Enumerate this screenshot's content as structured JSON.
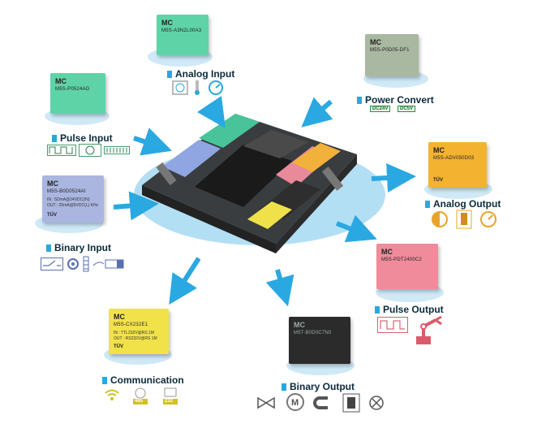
{
  "colors": {
    "ellipse": "#b3dff5",
    "arrow": "#2aa8e2",
    "label_dot": "#29a8e0",
    "green_module": "#5fd3a8",
    "gray_module": "#a9b8a0",
    "orange_module": "#f3b330",
    "blue_module": "#aab6e0",
    "pink_module": "#f08b9b",
    "yellow_module": "#f2e24a",
    "black_module": "#2b2b2b"
  },
  "labels": {
    "analog_input": "Analog Input",
    "power_convert": "Power Convert",
    "pulse_input": "Pulse Input",
    "analog_output": "Analog Output",
    "binary_input": "Binary Input",
    "pulse_output": "Pulse Output",
    "communication": "Communication",
    "binary_output": "Binary Output"
  },
  "modules": {
    "analog_input": {
      "brand": "MC",
      "model": "M5S-A3N2L00A3"
    },
    "power_convert": {
      "brand": "MC",
      "model": "M5S-P0D05-DF1"
    },
    "pulse_input": {
      "brand": "MC",
      "model": "M5S-P0524AG"
    },
    "analog_output": {
      "brand": "MC",
      "model": "M5S-ADV050D03",
      "cert": "TÜV"
    },
    "binary_input": {
      "brand": "MC",
      "model": "M5S-B0D0524AI",
      "spec1": "IN : 5DmA@24VDC(IN)",
      "spec2": "OUT : 20mA@5VDC(L) KHz",
      "cert": "TÜV"
    },
    "pulse_output": {
      "brand": "MC",
      "model": "M5S-PDT2400C2"
    },
    "communication": {
      "brand": "MC",
      "model": "M5S-CX232E1",
      "spec1": "IN : TTL232V@RS 1M",
      "spec2": "OUT : RS232V@RS 1M",
      "cert": "TÜV"
    },
    "binary_output": {
      "brand": "MC",
      "model": "M5T-B0D0C7N0"
    }
  },
  "tags": {
    "power_in": "DC24V",
    "power_out": "DC5V",
    "comm_485": "485",
    "comm_232": "232"
  },
  "icons": {
    "analog_input": [
      "gauge-icon",
      "thermometer-icon",
      "dial-icon"
    ],
    "pulse_input": [
      "square-wave-icon",
      "flow-meter-icon",
      "scale-icon"
    ],
    "analog_output": [
      "half-circle-icon",
      "valve-actuator-icon",
      "dial-icon"
    ],
    "binary_input": [
      "switch-icon",
      "proximity-sensor-icon",
      "limit-switch-icon",
      "sensor-probe-icon"
    ],
    "pulse_output": [
      "square-wave-icon",
      "robot-arm-icon"
    ],
    "communication": [
      "wifi-icon",
      "rs485-port-icon",
      "rs232-port-icon"
    ],
    "binary_output": [
      "valve-icon",
      "motor-icon",
      "magnet-icon",
      "relay-icon",
      "lamp-icon"
    ]
  }
}
